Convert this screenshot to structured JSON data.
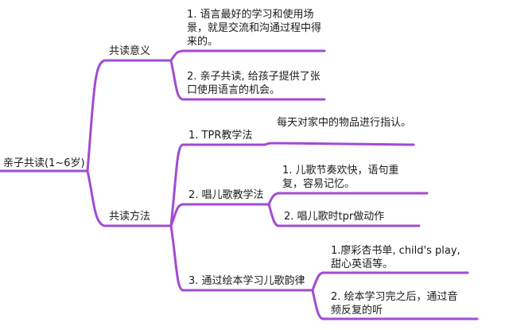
{
  "root": {
    "label": "亲子共读(1~6岁)"
  },
  "branches": [
    {
      "label": "共读意义",
      "children": [
        {
          "label": "1. 语言最好的学习和使用场景，就是交流和沟通过程中得来的。"
        },
        {
          "label": "2. 亲子共读, 给孩子提供了张口使用语言的机会。"
        }
      ]
    },
    {
      "label": "共读方法",
      "children": [
        {
          "label": "1. TPR教学法",
          "children": [
            {
              "label": "每天对家中的物品进行指认。"
            }
          ]
        },
        {
          "label": "2. 唱儿歌教学法",
          "children": [
            {
              "label": "1. 儿歌节奏欢快，语句重复，容易记忆。"
            },
            {
              "label": "2. 唱儿歌时tpr做动作"
            }
          ]
        },
        {
          "label": "3. 通过绘本学习儿歌韵律",
          "children": [
            {
              "label": "1.廖彩杏书单, child's play, 甜心英语等。"
            },
            {
              "label": "2. 绘本学习完之后，通过音频反复的听"
            }
          ]
        }
      ]
    }
  ],
  "colors": {
    "line": "#a24bd3"
  }
}
